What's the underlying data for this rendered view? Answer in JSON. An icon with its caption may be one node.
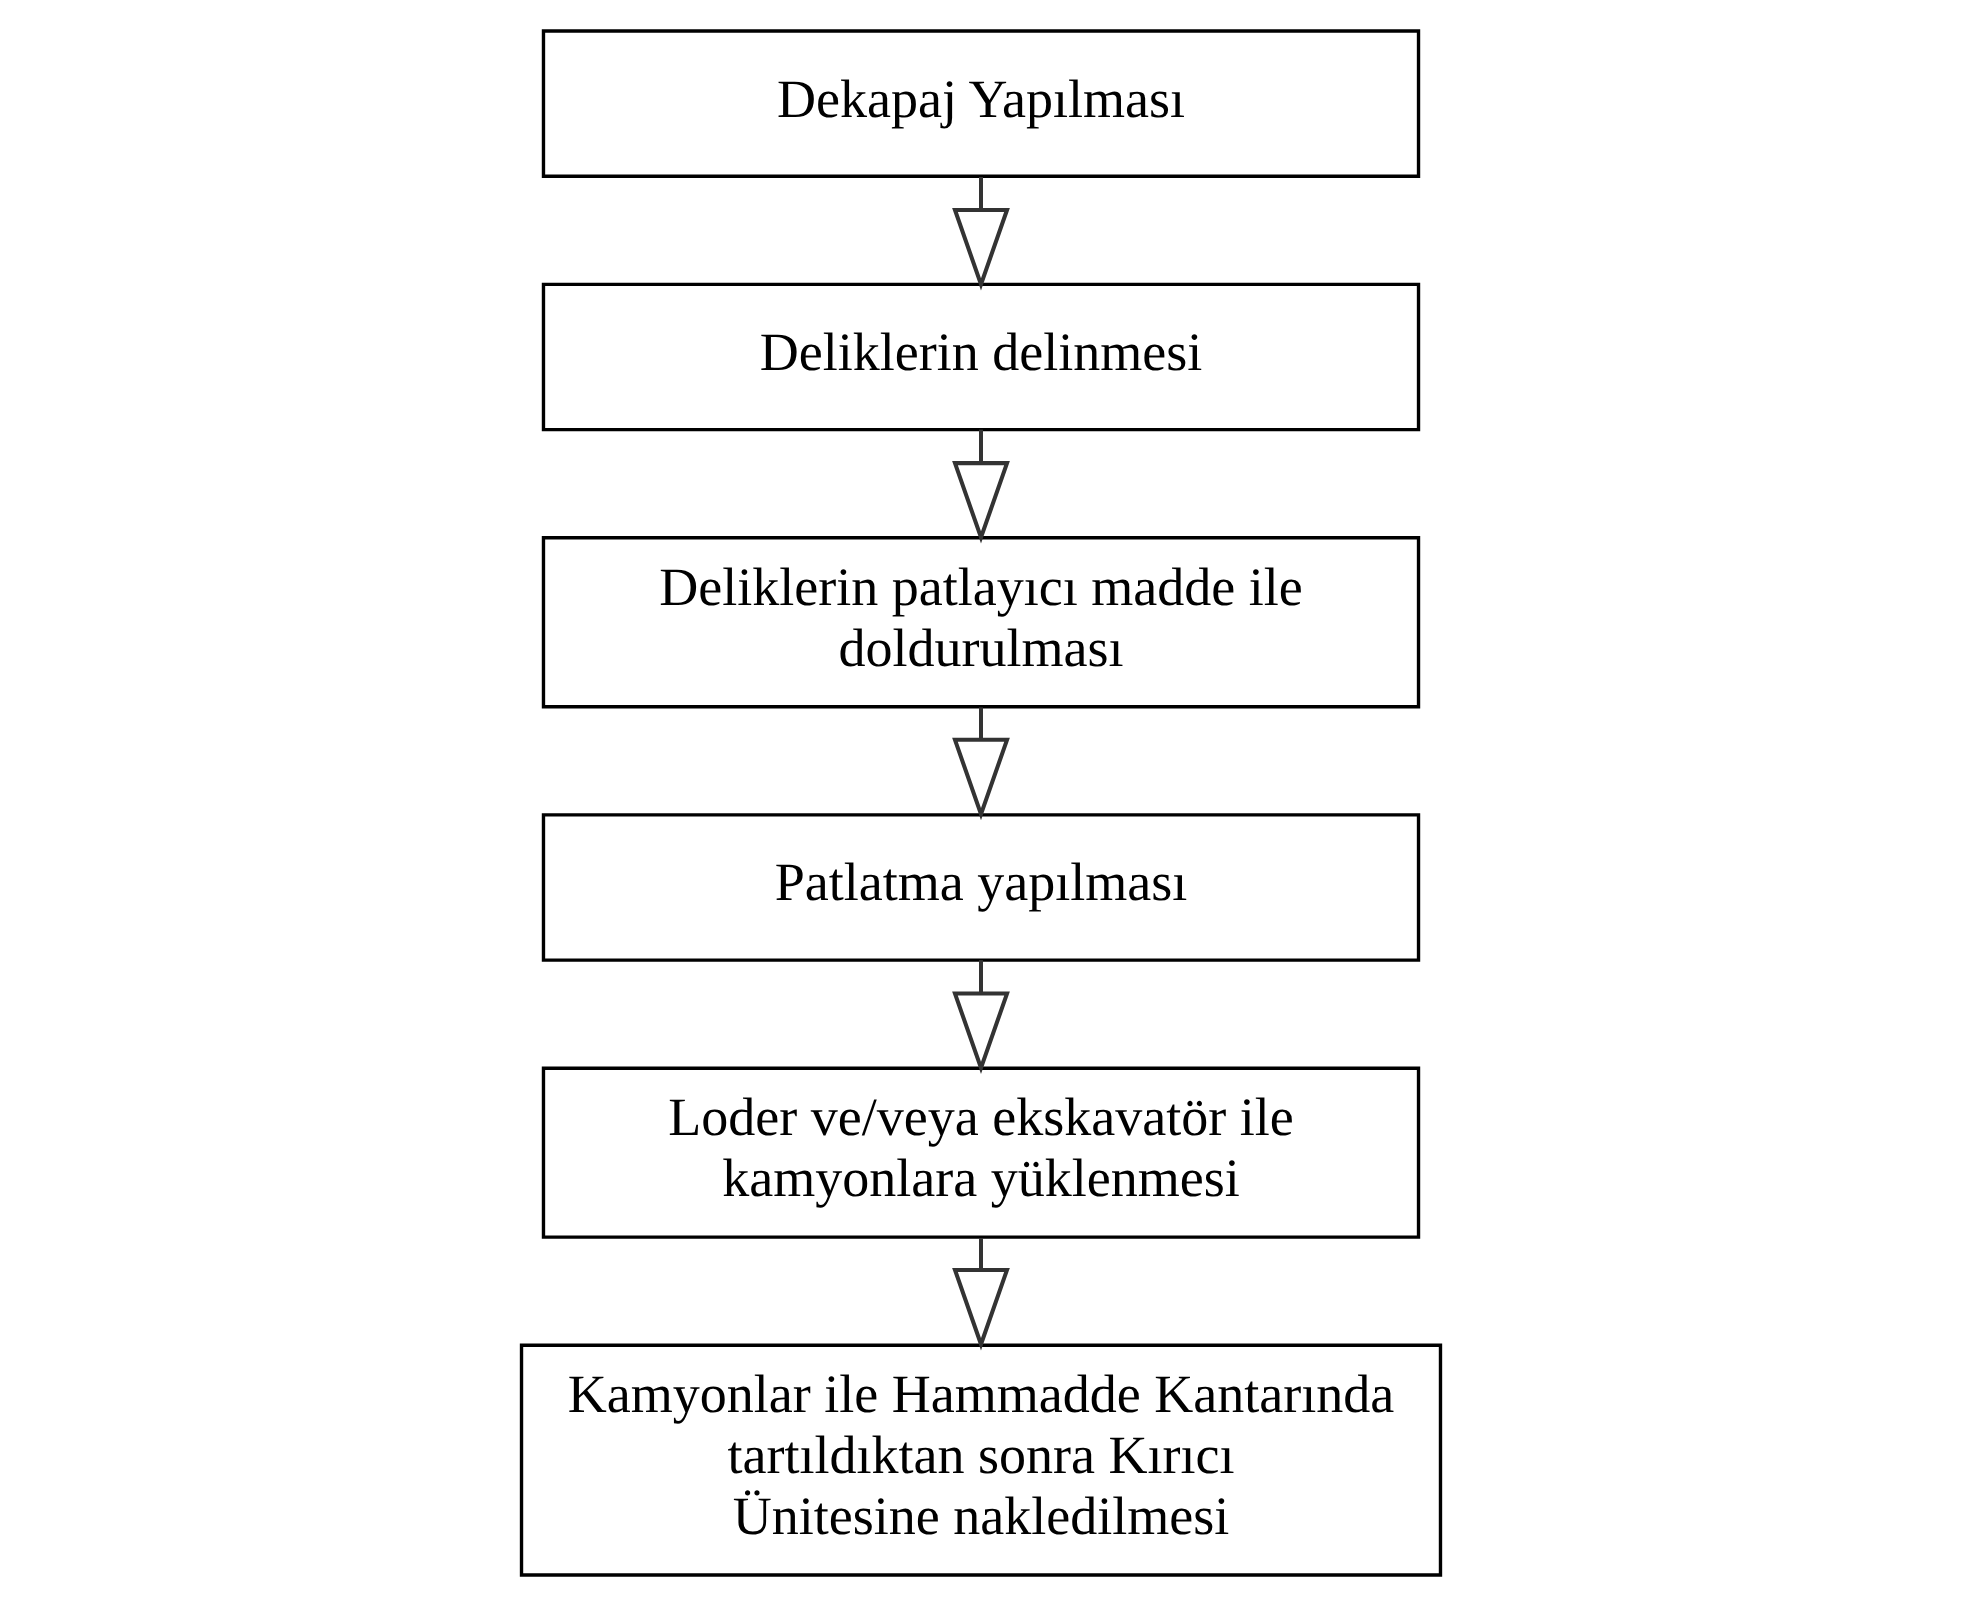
{
  "diagram": {
    "nodes": [
      {
        "text": [
          "Dekapaj Yapılması"
        ]
      },
      {
        "text": [
          "Deliklerin delinmesi"
        ]
      },
      {
        "text": [
          "Deliklerin patlayıcı madde ile doldurulması"
        ]
      },
      {
        "text": [
          "Patlatma yapılması"
        ]
      },
      {
        "text": [
          "Loder ve/veya ekskavatör ile kamyonlara yüklenmesi"
        ]
      },
      {
        "text": [
          "Kamyonlar ile Hammadde Kantarında tartıldıktan sonra Kırıcı Ünitesine nakledilmesi"
        ]
      }
    ],
    "edges": [
      {
        "from": 0,
        "to": 1,
        "arrow": "to"
      },
      {
        "from": 1,
        "to": 2,
        "arrow": "to"
      },
      {
        "from": 2,
        "to": 3,
        "arrow": "to"
      },
      {
        "from": 3,
        "to": 4,
        "arrow": "to"
      },
      {
        "from": 4,
        "to": 5,
        "arrow": "to"
      }
    ]
  }
}
